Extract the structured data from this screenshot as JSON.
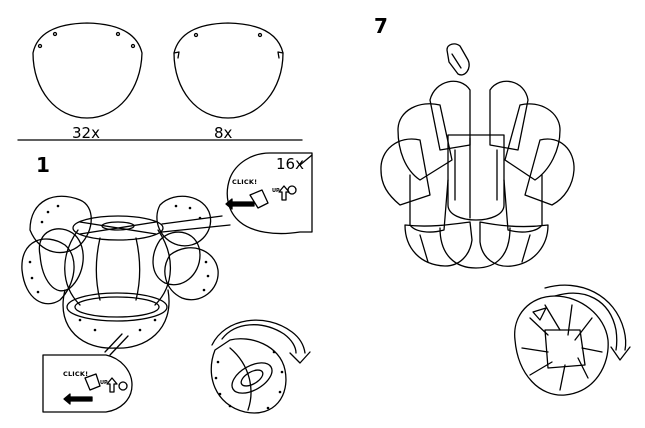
{
  "parts": {
    "plain_count": "32x",
    "slotted_count": "8x"
  },
  "steps": {
    "first": "1",
    "second": "7"
  },
  "detail_top": {
    "click": "CLICK!",
    "count": "16x",
    "up": "UP"
  },
  "detail_bottom": {
    "click": "CLICK!",
    "up": "UP"
  }
}
